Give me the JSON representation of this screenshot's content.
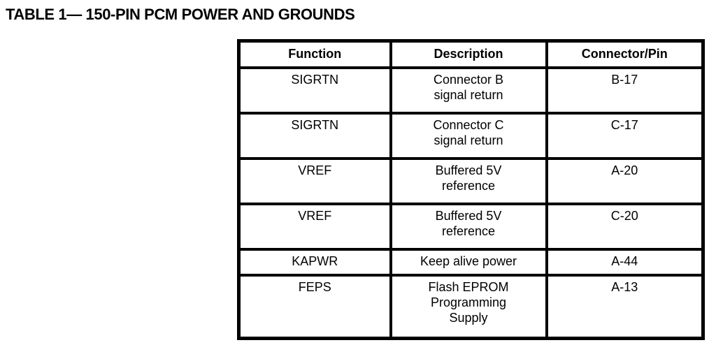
{
  "page": {
    "title": "TABLE 1— 150-PIN PCM POWER AND GROUNDS"
  },
  "table": {
    "columns": {
      "function": "Function",
      "description": "Description",
      "pin": "Connector/Pin"
    },
    "rows": [
      {
        "function": "SIGRTN",
        "description": "Connector B\nsignal return",
        "pin": "B-17"
      },
      {
        "function": "SIGRTN",
        "description": "Connector C\nsignal return",
        "pin": "C-17"
      },
      {
        "function": "VREF",
        "description": "Buffered 5V\nreference",
        "pin": "A-20"
      },
      {
        "function": "VREF",
        "description": "Buffered 5V\nreference",
        "pin": "C-20"
      },
      {
        "function": "KAPWR",
        "description": "Keep alive power",
        "pin": "A-44"
      },
      {
        "function": "FEPS",
        "description": "Flash EPROM\nProgramming\nSupply",
        "pin": "A-13"
      }
    ]
  }
}
